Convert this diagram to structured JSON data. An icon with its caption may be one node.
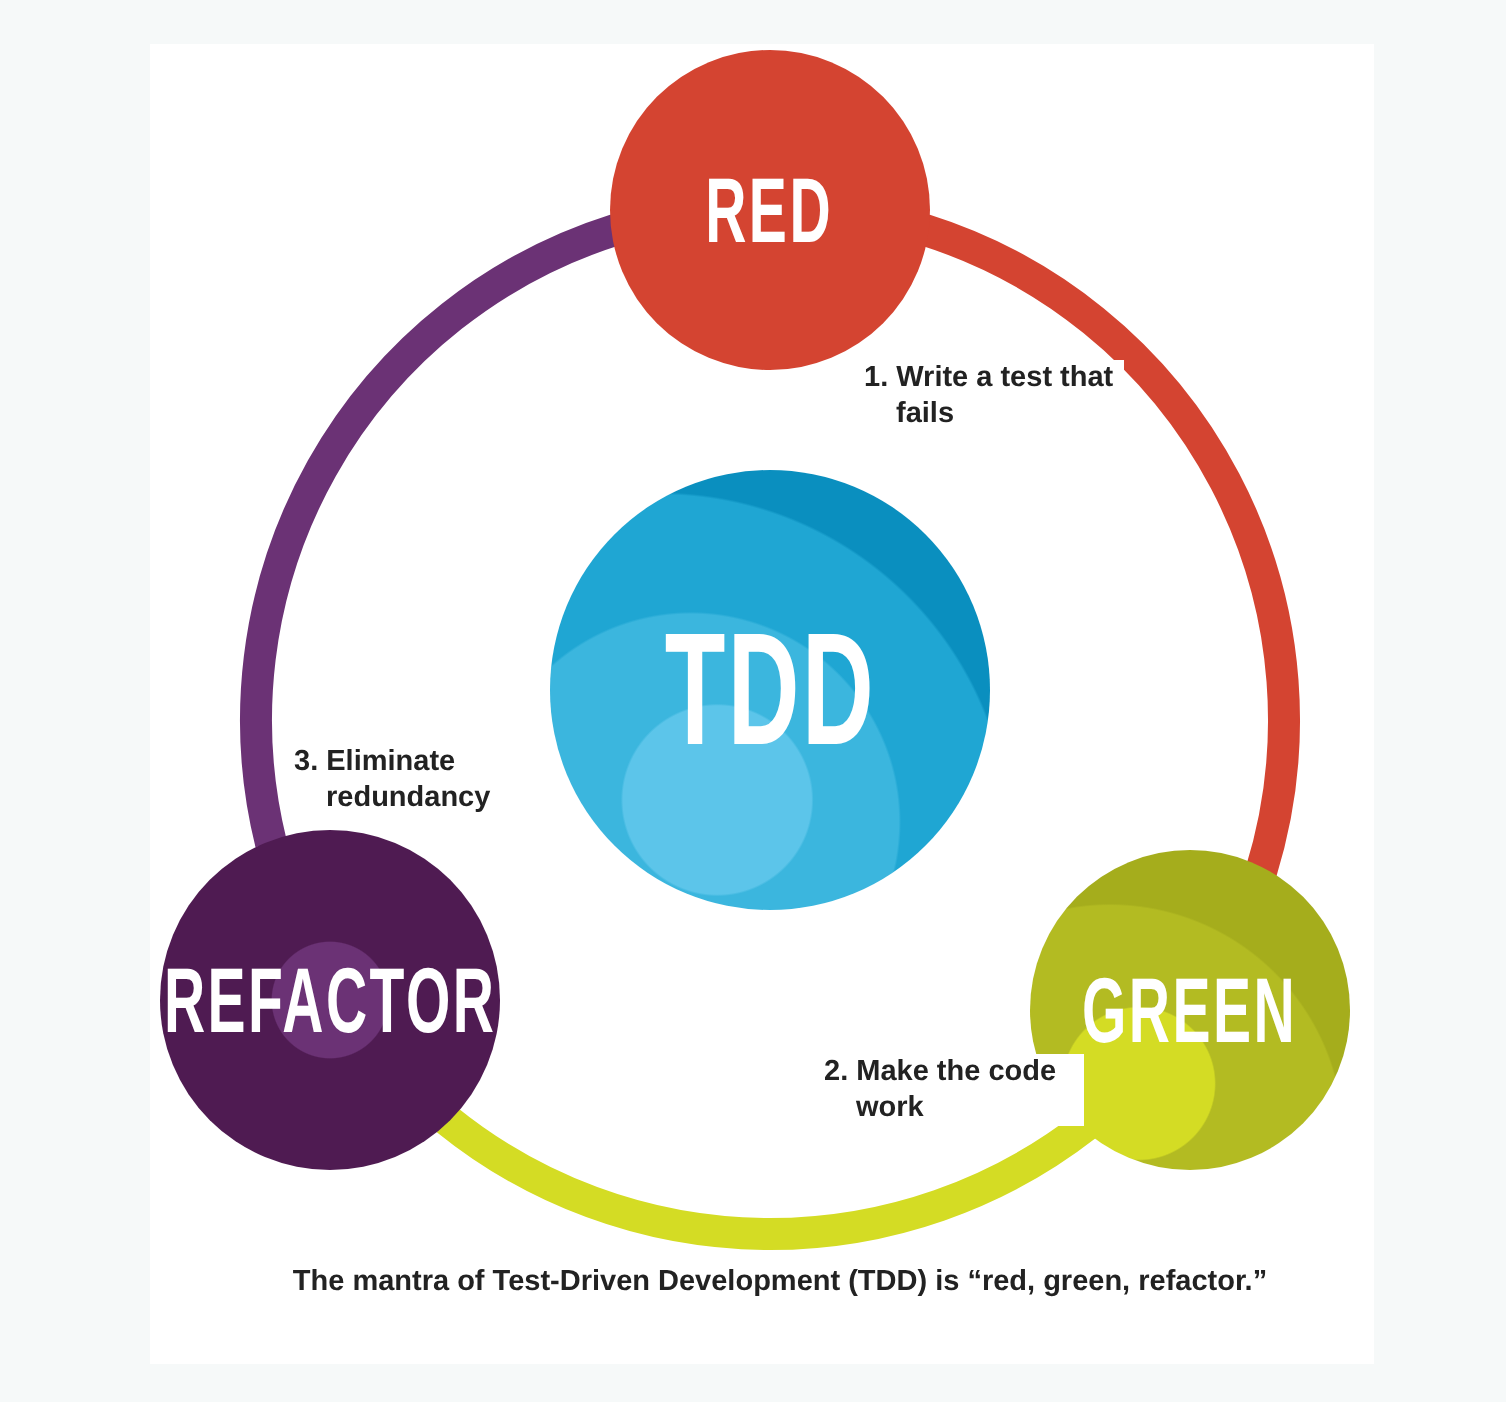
{
  "diagram": {
    "caption": "The mantra of Test-Driven Development (TDD) is “red, green, refactor.”",
    "nodes": [
      {
        "text": [
          "RED"
        ]
      },
      {
        "text": [
          "GREEN"
        ]
      },
      {
        "text": [
          "REFACTOR"
        ]
      },
      {
        "text": [
          "TDD"
        ]
      }
    ],
    "edges": [
      {
        "from": 0,
        "to": 1,
        "arrow": "none",
        "label": "1. Write a test that fails",
        "color": "#d44431"
      },
      {
        "from": 1,
        "to": 2,
        "arrow": "none",
        "label": "2. Make the code work",
        "color": "#d4dc24"
      },
      {
        "from": 2,
        "to": 0,
        "arrow": "none",
        "label": "3. Eliminate redundancy",
        "color": "#6b3275"
      }
    ]
  }
}
